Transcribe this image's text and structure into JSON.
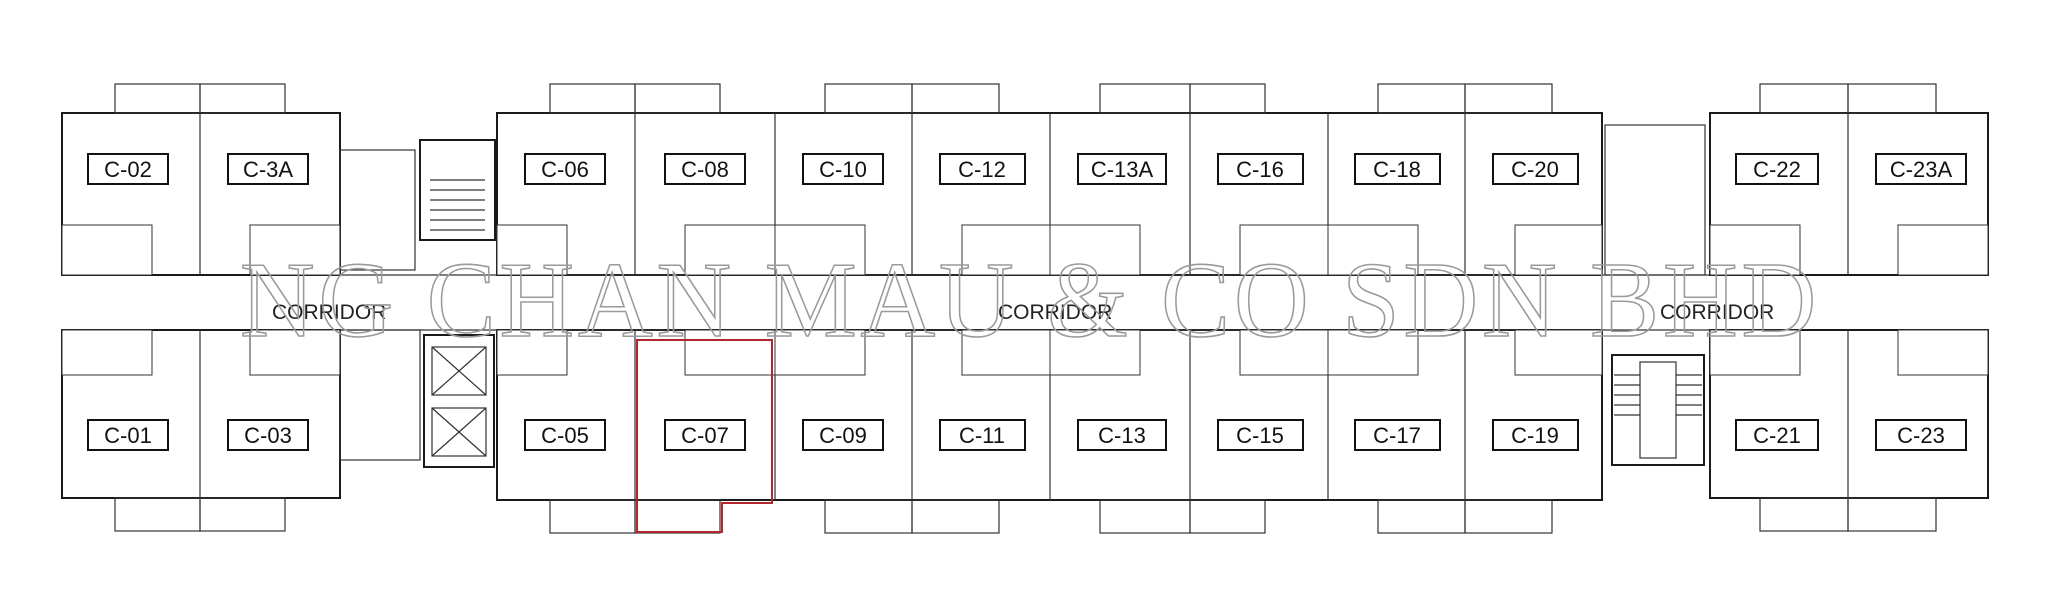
{
  "plan": {
    "units_top": [
      "C-02",
      "C-3A",
      "C-06",
      "C-08",
      "C-10",
      "C-12",
      "C-13A",
      "C-16",
      "C-18",
      "C-20",
      "C-22",
      "C-23A"
    ],
    "units_bottom": [
      "C-01",
      "C-03",
      "C-05",
      "C-07",
      "C-09",
      "C-11",
      "C-13",
      "C-15",
      "C-17",
      "C-19",
      "C-21",
      "C-23"
    ],
    "corridor_labels": [
      "CORRIDOR",
      "CORRIDOR",
      "CORRIDOR"
    ],
    "highlighted_unit": "C-07",
    "watermark": "NG CHAN MAU & CO SDN BHD",
    "colors": {
      "line": "#1a1a1a",
      "highlight": "#b3262b",
      "watermark": "#9a9a9a"
    }
  }
}
